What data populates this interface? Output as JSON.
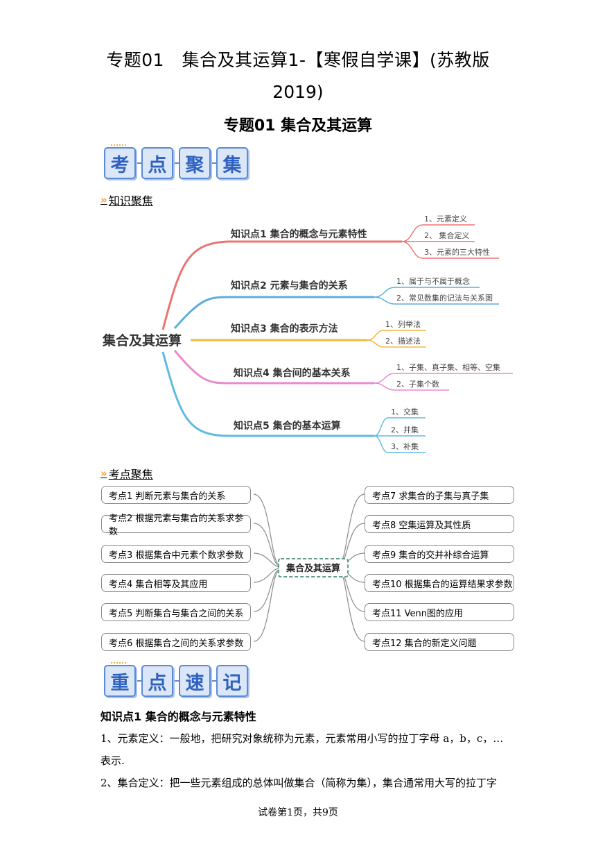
{
  "title_line1": "专题01　集合及其运算1-【寒假自学课】(苏教版",
  "title_line2": "2019)",
  "subtitle": "专题01  集合及其运算",
  "banner1": [
    "考",
    "点",
    "聚",
    "集"
  ],
  "banner2": [
    "重",
    "点",
    "速",
    "记"
  ],
  "section1": "知识聚焦",
  "section2": "考点聚焦",
  "mindmap": {
    "center": "集合及其运算",
    "branches": [
      {
        "label": "知识点1  集合的概念与元素特性",
        "color": "#ef7272",
        "items": [
          "1、元素定义",
          "2、 集合定义",
          "3、元素的三大特性"
        ]
      },
      {
        "label": "知识点2  元素与集合的关系",
        "color": "#5aaee0",
        "items": [
          "1、属于与不属于概念",
          "2、常见数集的记法与关系图"
        ]
      },
      {
        "label": "知识点3  集合的表示方法",
        "color": "#f3b840",
        "items": [
          "1、列举法",
          "2、描述法"
        ]
      },
      {
        "label": "知识点4  集合间的基本关系",
        "color": "#e88ad0",
        "items": [
          "1、子集、真子集、相等、空集",
          "2、子集个数"
        ]
      },
      {
        "label": "知识点5  集合的基本运算",
        "color": "#5ebbe0",
        "items": [
          "1、交集",
          "2、并集",
          "3、补集"
        ]
      }
    ]
  },
  "exam_map": {
    "center": "集合及其运算",
    "left": [
      "考点1  判断元素与集合的关系",
      "考点2  根据元素与集合的关系求参数",
      "考点3  根据集合中元素个数求参数",
      "考点4  集合相等及其应用",
      "考点5  判断集合与集合之间的关系",
      "考点6  根据集合之间的关系求参数"
    ],
    "right": [
      "考点7  求集合的子集与真子集",
      "考点8  空集运算及其性质",
      "考点9  集合的交并补综合运算",
      "考点10  根据集合的运算结果求参数",
      "考点11  Venn图的应用",
      "考点12  集合的新定义问题"
    ]
  },
  "knowledge_heading": "知识点1  集合的概念与元素特性",
  "para1_line1": "1、元素定义：一般地，把研究对象统称为元素，元素常用小写的拉丁字母 a，b，c，…",
  "para1_line2": "表示.",
  "para2_line1": "2、集合定义：把一些元素组成的总体叫做集合（简称为集），集合通常用大写的拉丁字",
  "footer": "试卷第1页，共9页"
}
